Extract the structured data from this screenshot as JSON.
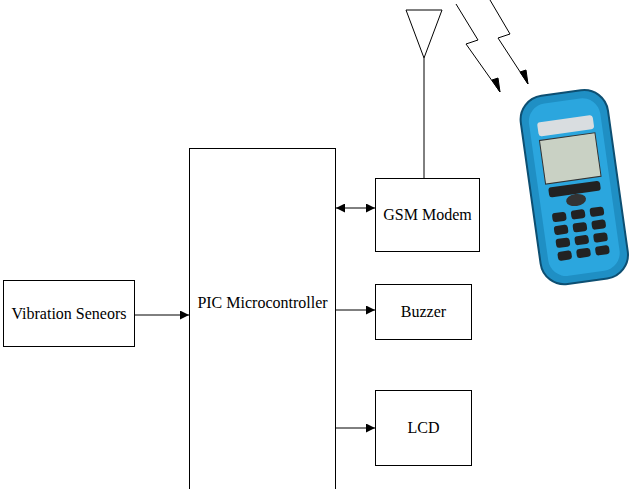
{
  "diagram": {
    "nodes": [
      {
        "text": [
          "Vibration Seneors"
        ]
      },
      {
        "text": [
          "PIC Microcontroller"
        ]
      },
      {
        "text": [
          "GSM Modem"
        ]
      },
      {
        "text": [
          "Buzzer"
        ]
      },
      {
        "text": [
          "LCD"
        ]
      }
    ],
    "edges": [
      {
        "from": 0,
        "to": 1,
        "arrow": "to"
      },
      {
        "from": 1,
        "to": 2,
        "arrow": "both"
      },
      {
        "from": 1,
        "to": 3,
        "arrow": "to"
      },
      {
        "from": 1,
        "to": 4,
        "arrow": "to"
      }
    ]
  }
}
